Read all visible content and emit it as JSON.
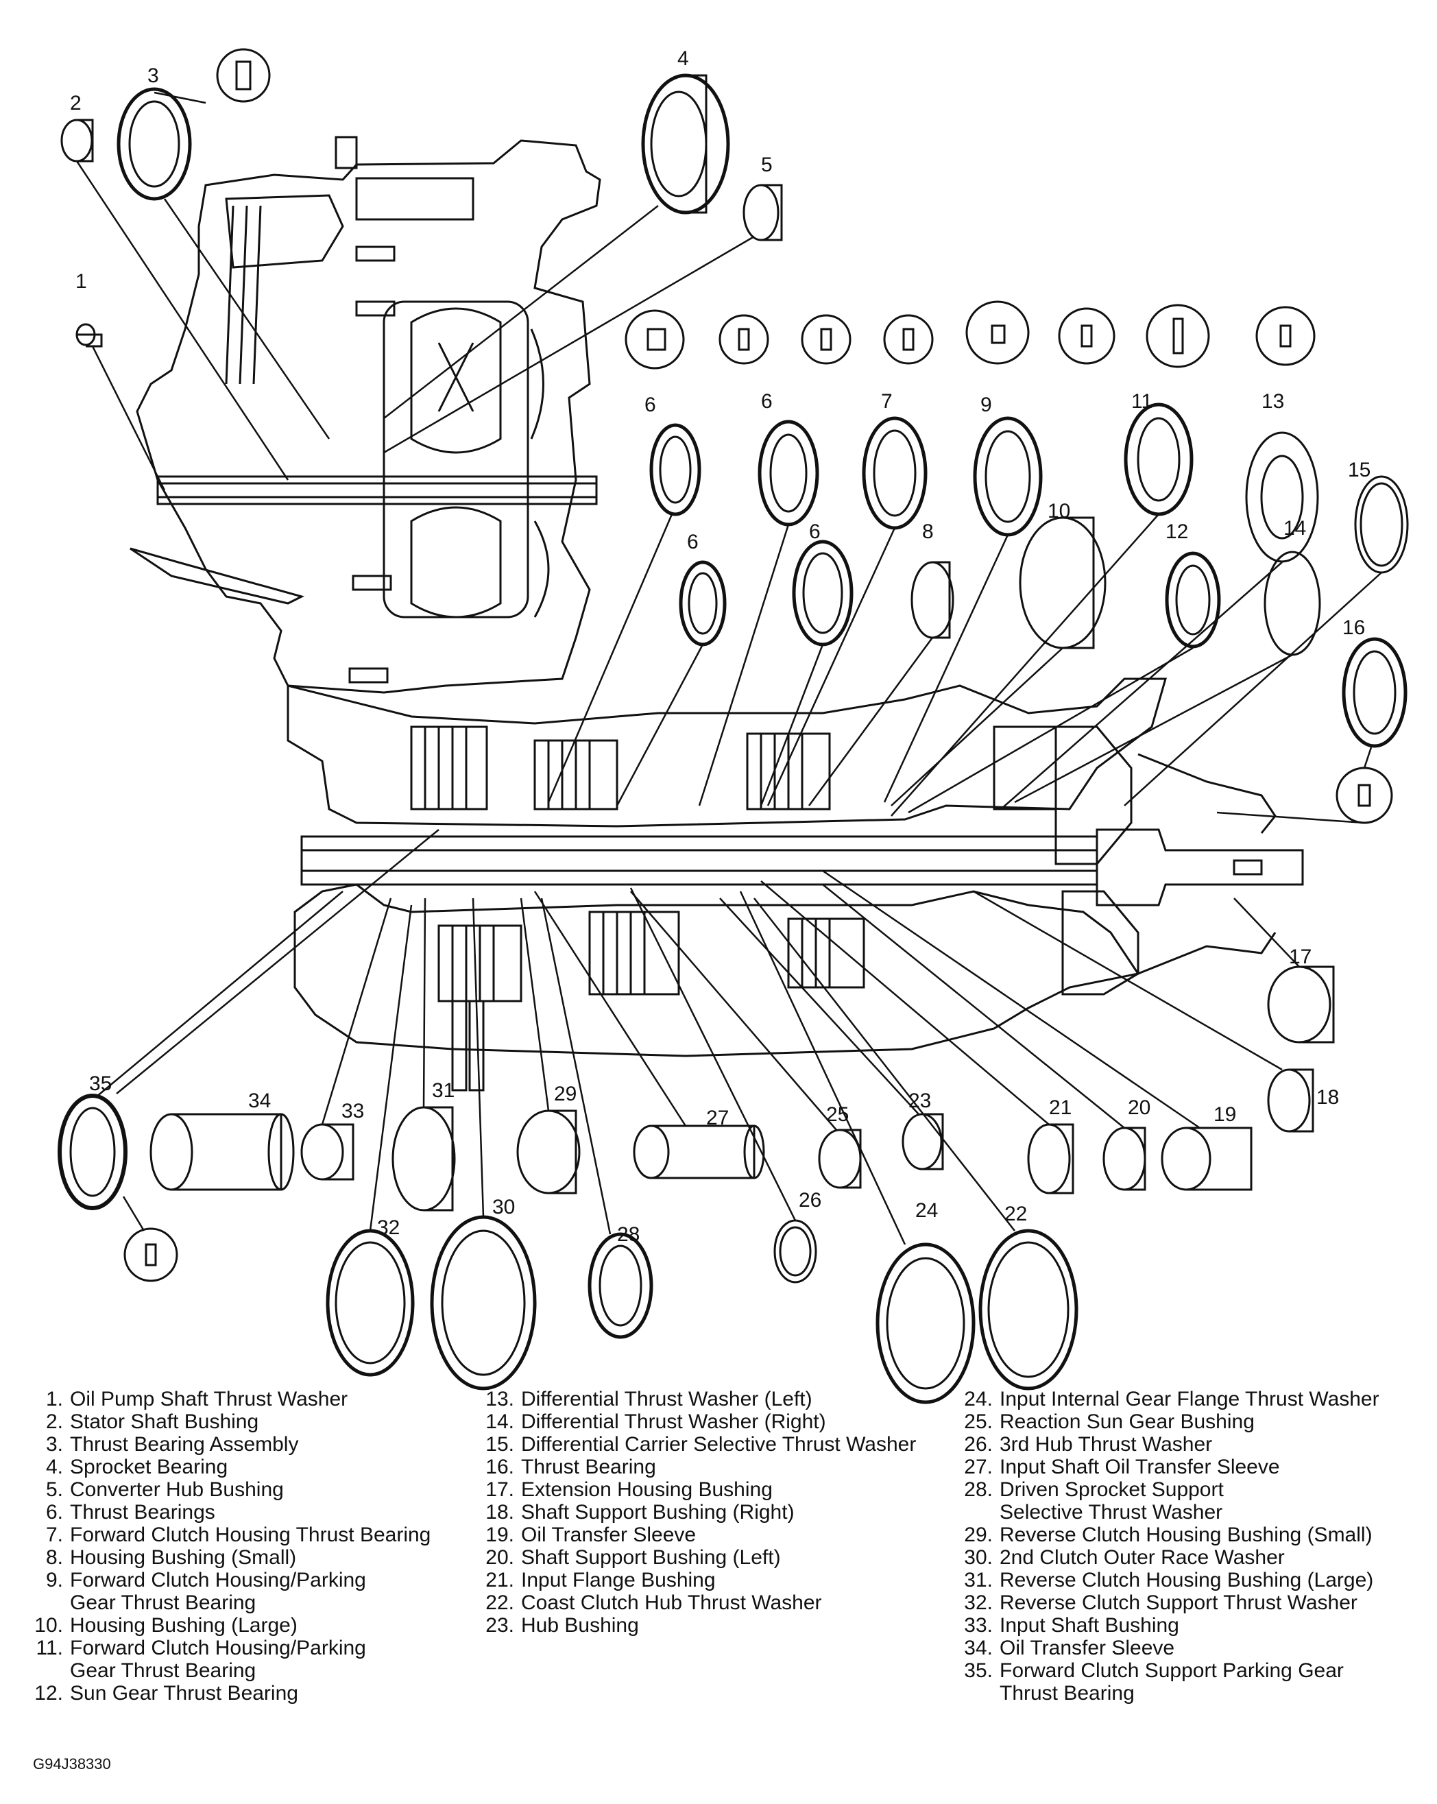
{
  "callouts": [
    {
      "n": "1"
    },
    {
      "n": "2"
    },
    {
      "n": "3"
    },
    {
      "n": "4"
    },
    {
      "n": "5"
    },
    {
      "n": "6"
    },
    {
      "n": "6"
    },
    {
      "n": "6"
    },
    {
      "n": "6"
    },
    {
      "n": "7"
    },
    {
      "n": "8"
    },
    {
      "n": "9"
    },
    {
      "n": "10"
    },
    {
      "n": "11"
    },
    {
      "n": "12"
    },
    {
      "n": "13"
    },
    {
      "n": "14"
    },
    {
      "n": "15"
    },
    {
      "n": "16"
    },
    {
      "n": "17"
    },
    {
      "n": "18"
    },
    {
      "n": "19"
    },
    {
      "n": "20"
    },
    {
      "n": "21"
    },
    {
      "n": "22"
    },
    {
      "n": "23"
    },
    {
      "n": "24"
    },
    {
      "n": "25"
    },
    {
      "n": "26"
    },
    {
      "n": "27"
    },
    {
      "n": "28"
    },
    {
      "n": "29"
    },
    {
      "n": "30"
    },
    {
      "n": "31"
    },
    {
      "n": "32"
    },
    {
      "n": "33"
    },
    {
      "n": "34"
    },
    {
      "n": "35"
    }
  ],
  "legend": {
    "col1": [
      {
        "num": "1.",
        "text": "Oil Pump Shaft Thrust Washer"
      },
      {
        "num": "2.",
        "text": "Stator Shaft Bushing"
      },
      {
        "num": "3.",
        "text": "Thrust Bearing Assembly"
      },
      {
        "num": "4.",
        "text": "Sprocket Bearing"
      },
      {
        "num": "5.",
        "text": "Converter Hub Bushing"
      },
      {
        "num": "6.",
        "text": "Thrust Bearings"
      },
      {
        "num": "7.",
        "text": "Forward Clutch Housing Thrust Bearing"
      },
      {
        "num": "8.",
        "text": "Housing Bushing (Small)"
      },
      {
        "num": "9.",
        "text": "Forward Clutch Housing/Parking"
      },
      {
        "num": "",
        "text": "Gear Thrust Bearing"
      },
      {
        "num": "10.",
        "text": "Housing Bushing (Large)"
      },
      {
        "num": "11.",
        "text": "Forward Clutch Housing/Parking"
      },
      {
        "num": "",
        "text": "Gear Thrust Bearing"
      },
      {
        "num": "12.",
        "text": "Sun Gear Thrust Bearing"
      }
    ],
    "col2": [
      {
        "num": "13.",
        "text": "Differential Thrust Washer (Left)"
      },
      {
        "num": "14.",
        "text": "Differential Thrust Washer (Right)"
      },
      {
        "num": "15.",
        "text": "Differential Carrier Selective Thrust Washer"
      },
      {
        "num": "16.",
        "text": "Thrust Bearing"
      },
      {
        "num": "17.",
        "text": "Extension Housing Bushing"
      },
      {
        "num": "18.",
        "text": "Shaft Support Bushing (Right)"
      },
      {
        "num": "19.",
        "text": "Oil Transfer Sleeve"
      },
      {
        "num": "20.",
        "text": "Shaft Support Bushing (Left)"
      },
      {
        "num": "21.",
        "text": "Input Flange Bushing"
      },
      {
        "num": "22.",
        "text": "Coast Clutch Hub Thrust Washer"
      },
      {
        "num": "23.",
        "text": "Hub Bushing"
      }
    ],
    "col3": [
      {
        "num": "24.",
        "text": "Input Internal Gear Flange Thrust Washer"
      },
      {
        "num": "25.",
        "text": "Reaction Sun Gear Bushing"
      },
      {
        "num": "26.",
        "text": "3rd Hub Thrust Washer"
      },
      {
        "num": "27.",
        "text": "Input Shaft Oil Transfer Sleeve"
      },
      {
        "num": "28.",
        "text": "Driven Sprocket Support"
      },
      {
        "num": "",
        "text": "Selective Thrust Washer"
      },
      {
        "num": "29.",
        "text": "Reverse Clutch Housing Bushing (Small)"
      },
      {
        "num": "30.",
        "text": "2nd Clutch Outer Race Washer"
      },
      {
        "num": "31.",
        "text": "Reverse Clutch Housing Bushing (Large)"
      },
      {
        "num": "32.",
        "text": "Reverse Clutch Support Thrust Washer"
      },
      {
        "num": "33.",
        "text": "Input Shaft Bushing"
      },
      {
        "num": "34.",
        "text": "Oil Transfer Sleeve"
      },
      {
        "num": "35.",
        "text": "Forward Clutch Support Parking Gear"
      },
      {
        "num": "",
        "text": "Thrust Bearing"
      }
    ]
  },
  "figure_id": "G94J38330"
}
